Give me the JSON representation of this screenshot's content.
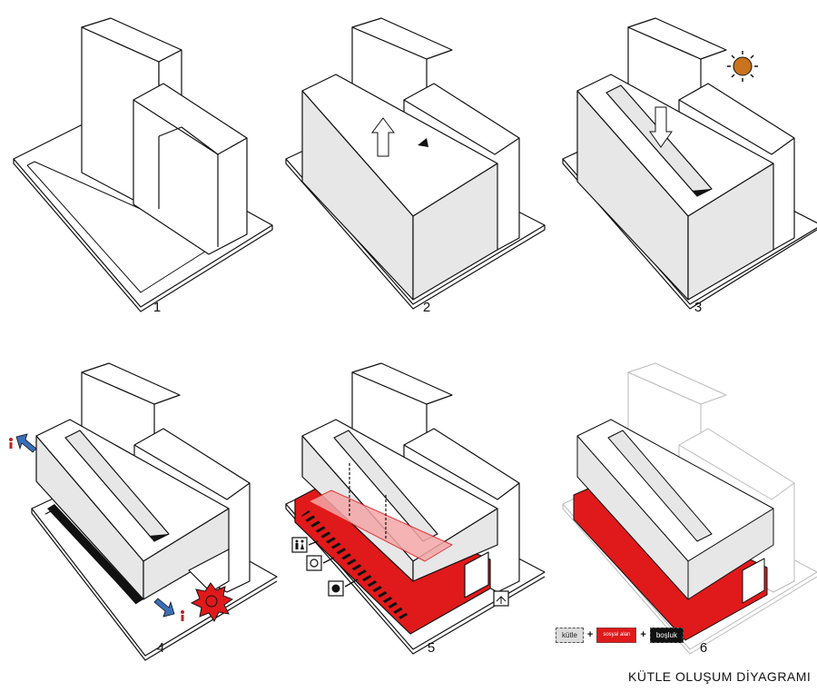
{
  "title": "KÜTLE OLUŞUM DİYAGRAMI",
  "panels": [
    {
      "label": "1"
    },
    {
      "label": "2"
    },
    {
      "label": "3"
    },
    {
      "label": "4"
    },
    {
      "label": "5"
    },
    {
      "label": "6"
    }
  ],
  "legend": {
    "kutle": "kütle",
    "sosyal": "sosyal alan",
    "bosluk": "boşluk"
  },
  "colors": {
    "red": "#e0191b",
    "face_gray": "#e7e7e7",
    "dark": "#111111",
    "sun": "#c8731e",
    "blue_arrow": "#3a6fb8"
  },
  "icons": [
    "sun-icon",
    "up-arrow-icon",
    "down-arrow-icon",
    "blue-arrow-icon",
    "restroom-icon",
    "cafe-icon",
    "food-icon",
    "library-icon",
    "angry-face-icon"
  ]
}
